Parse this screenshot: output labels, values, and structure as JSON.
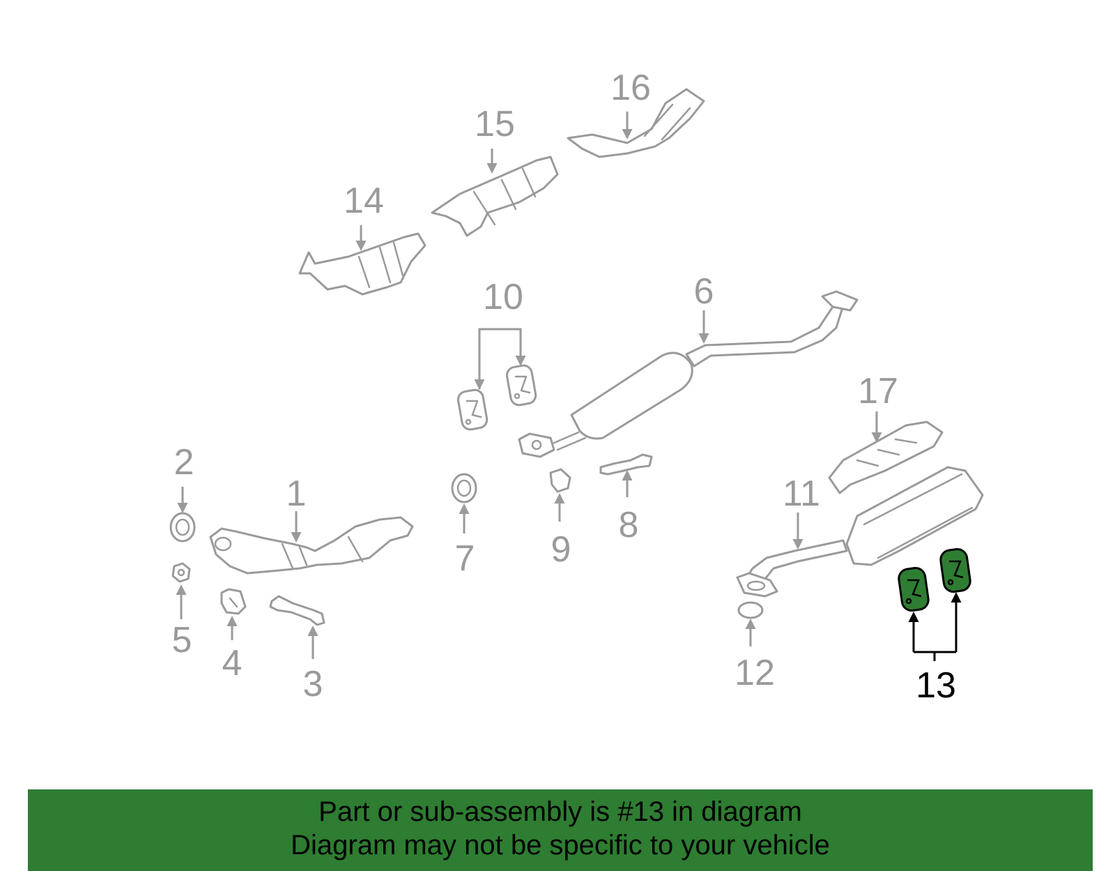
{
  "diagram": {
    "highlighted_part": "13",
    "callouts": [
      "1",
      "2",
      "3",
      "4",
      "5",
      "6",
      "7",
      "8",
      "9",
      "10",
      "11",
      "12",
      "13",
      "14",
      "15",
      "16",
      "17"
    ]
  },
  "banner": {
    "line1": "Part or sub-assembly is #13 in diagram",
    "line2": "Diagram may not be specific to your vehicle",
    "color": "#2e7d32"
  }
}
